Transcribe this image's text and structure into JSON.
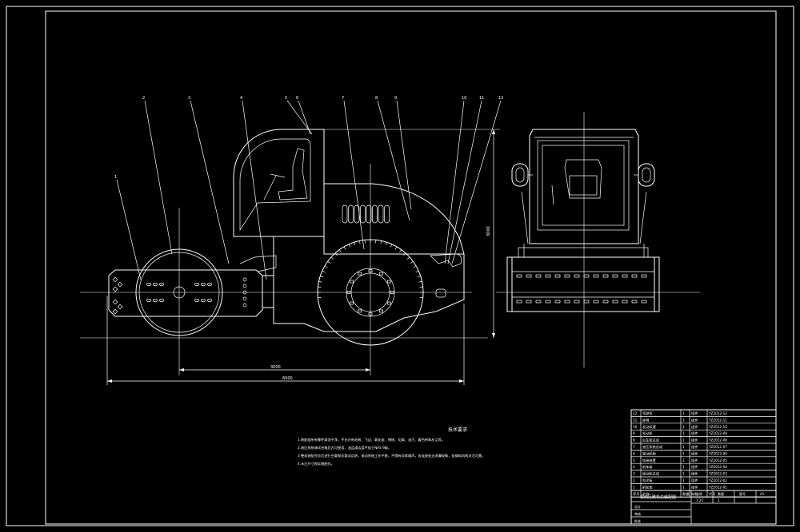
{
  "drawing": {
    "notes_heading": "技术要求",
    "notes": [
      "1.装配前所有零件清洗干净，不允许有毛刺、飞边、氧化皮、锈蚀、切屑、油污、着色剂和灰尘等。",
      "2.液压系统调试合格后方可使用，油品清洁度不低于NAS 9级。",
      "3.整机装配完毕后进行空载和负载试运转，振动系统工作平稳，不得有异常噪声，各连接处无渗漏现象，各操纵机构灵活可靠。",
      "4.未注尺寸按实物配作。"
    ],
    "callouts": [
      "1",
      "2",
      "3",
      "4",
      "5",
      "6",
      "7",
      "8",
      "9",
      "10",
      "11",
      "12"
    ],
    "dimensions": {
      "wheelbase": "3000",
      "overall_length": "6000",
      "height": "3000"
    },
    "bom_rows": [
      {
        "no": "12",
        "name": "驾驶室",
        "qty": "1",
        "mat": "组件",
        "code": "YZ2012-12"
      },
      {
        "no": "11",
        "name": "座椅",
        "qty": "1",
        "mat": "组件",
        "code": "YZ2012-11"
      },
      {
        "no": "10",
        "name": "发动机罩",
        "qty": "1",
        "mat": "组件",
        "code": "YZ2012-10"
      },
      {
        "no": "9",
        "name": "发动机",
        "qty": "1",
        "mat": "组件",
        "code": "YZ2012-09"
      },
      {
        "no": "8",
        "name": "后车架总成",
        "qty": "1",
        "mat": "组件",
        "code": "YZ2012-08"
      },
      {
        "no": "7",
        "name": "液压系统总成",
        "qty": "1",
        "mat": "组件",
        "code": "YZ2012-07"
      },
      {
        "no": "6",
        "name": "驱动轮胎",
        "qty": "1",
        "mat": "组件",
        "code": "YZ2012-06"
      },
      {
        "no": "5",
        "name": "铰接装置",
        "qty": "1",
        "mat": "组件",
        "code": "YZ2012-05"
      },
      {
        "no": "4",
        "name": "前车架",
        "qty": "1",
        "mat": "组件",
        "code": "YZ2012-04"
      },
      {
        "no": "3",
        "name": "振动轮总成",
        "qty": "1",
        "mat": "组件",
        "code": "YZ2012-03"
      },
      {
        "no": "2",
        "name": "刮泥板",
        "qty": "1",
        "mat": "组件",
        "code": "YZ2012-02"
      },
      {
        "no": "1",
        "name": "前轮架",
        "qty": "1",
        "mat": "组件",
        "code": "YZ2012-01"
      }
    ],
    "bom_header": {
      "no": "序号",
      "name": "名称",
      "qty": "数量",
      "mat": "材料",
      "code": "代号"
    },
    "title_block": {
      "title": "振动压路机总装配图",
      "scale_label": "比例",
      "qty_label": "数量",
      "sheet_label": "图号",
      "scale": "1:25",
      "sheet": "A1",
      "page": "1",
      "design": "设计",
      "check": "审核",
      "approve": "批准"
    }
  }
}
